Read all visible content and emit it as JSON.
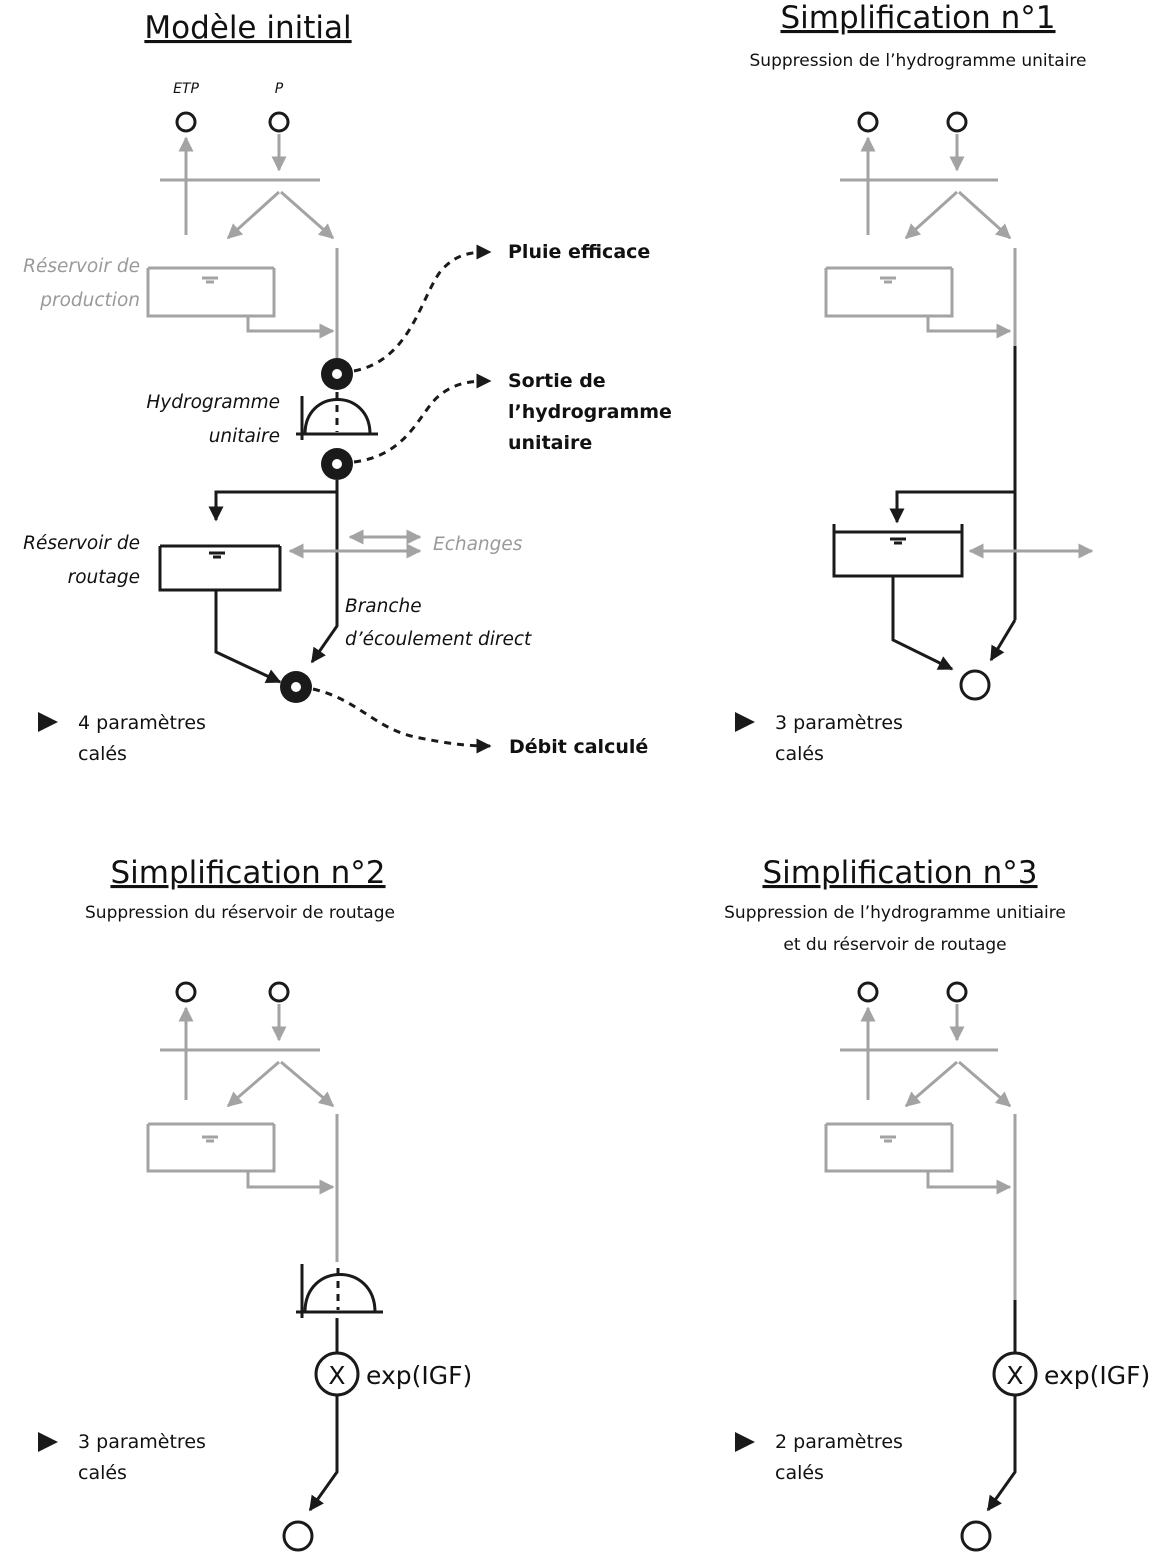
{
  "panels": {
    "initial": {
      "title": "Modèle initial",
      "labels": {
        "etp": "ETP",
        "p": "P",
        "production_reservoir": [
          "Réservoir de",
          "production"
        ],
        "unit_hydrograph": [
          "Hydrogramme",
          "unitaire"
        ],
        "routing_reservoir": [
          "Réservoir de",
          "routage"
        ],
        "exchanges": "Echanges",
        "direct_branch": [
          "Branche",
          "d’écoulement direct"
        ]
      },
      "outputs": {
        "effective_rain": "Pluie efficace",
        "uh_output": [
          "Sortie de",
          "l’hydrogramme",
          "unitaire"
        ],
        "computed_flow": "Débit calculé"
      },
      "params": [
        "4 paramètres",
        "calés"
      ]
    },
    "simplification1": {
      "title": "Simplification n°1",
      "subtitle": "Suppression de l’hydrogramme unitaire",
      "params": [
        "3 paramètres",
        "calés"
      ]
    },
    "simplification2": {
      "title": "Simplification n°2",
      "subtitle": "Suppression du réservoir de routage",
      "multiplier_symbol": "X",
      "multiplier_label": "exp(IGF)",
      "params": [
        "3 paramètres",
        "calés"
      ]
    },
    "simplification3": {
      "title": "Simplification n°3",
      "subtitle": [
        "Suppression de l’hydrogramme unitiaire",
        "et du réservoir de routage"
      ],
      "multiplier_symbol": "X",
      "multiplier_label": "exp(IGF)",
      "params": [
        "2 paramètres",
        "calés"
      ]
    }
  },
  "colors": {
    "active": "#1a1a1a",
    "inactive": "#a3a3a3"
  }
}
